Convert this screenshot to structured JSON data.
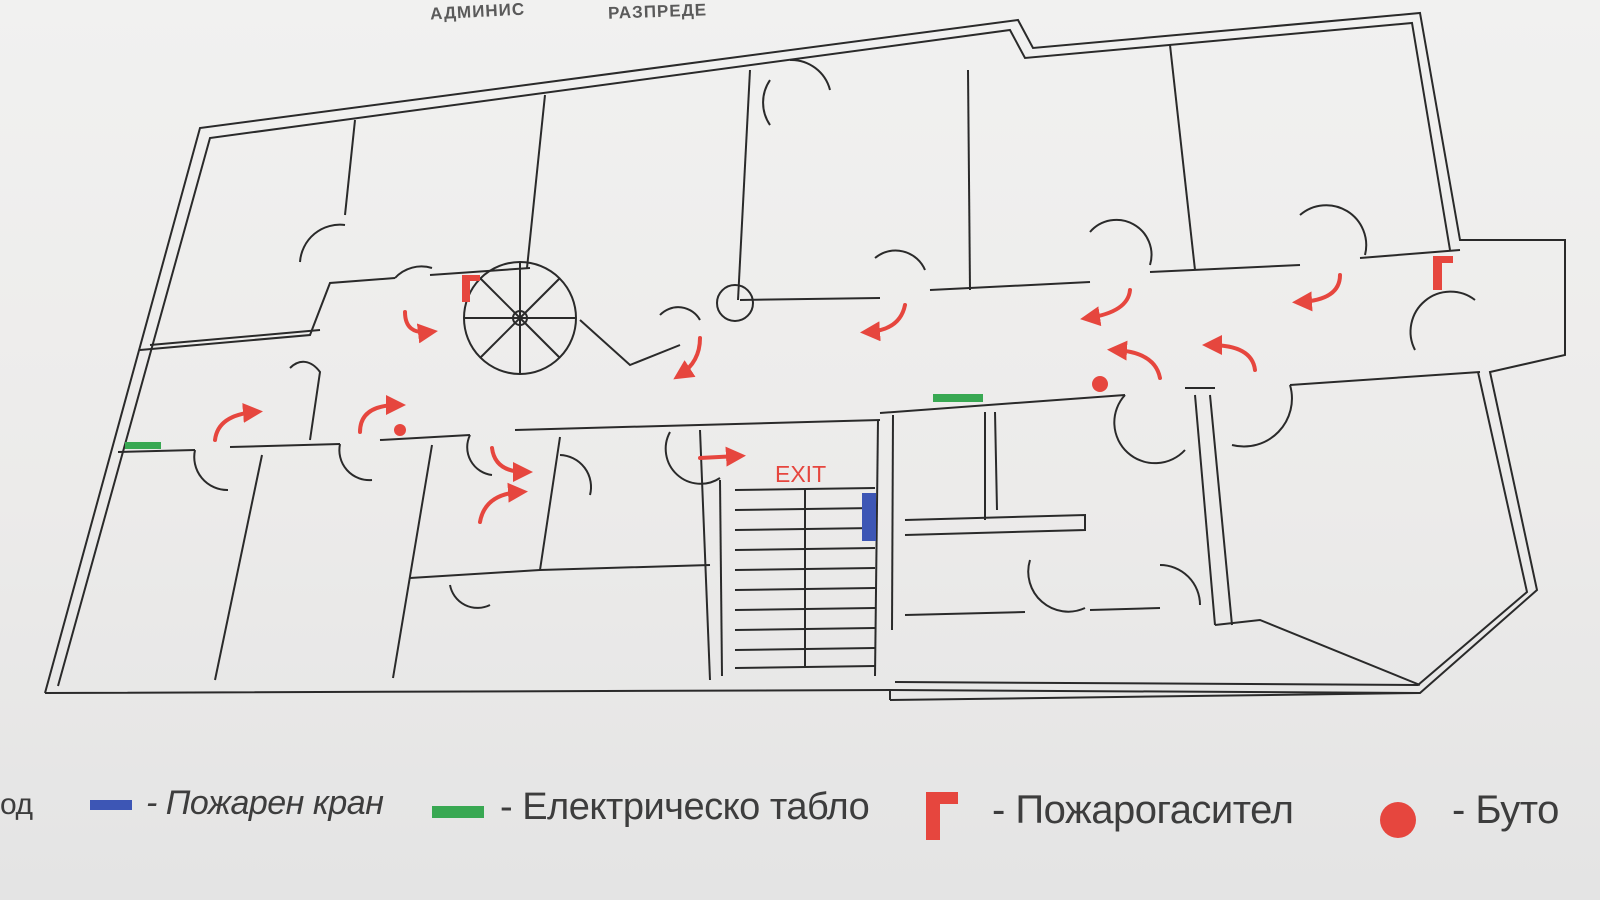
{
  "header": {
    "title_fragment_1": "АДМИНИС",
    "title_fragment_2": "РАЗПРЕДЕ"
  },
  "plan": {
    "exit_label": "EXIT"
  },
  "legend": {
    "items": [
      {
        "symbol": "truncated-left",
        "label": "од"
      },
      {
        "symbol": "fire-hydrant",
        "label": "- Пожарен кран",
        "color": "#3d56b5"
      },
      {
        "symbol": "electrical-panel",
        "label": "- Електрическо табло",
        "color": "#38a852"
      },
      {
        "symbol": "fire-extinguisher",
        "label": "- Пожарогасител",
        "color": "#e6463e"
      },
      {
        "symbol": "alarm-button",
        "label": "- Буто",
        "color": "#e6463e"
      }
    ]
  },
  "colors": {
    "wall": "#2a2a2a",
    "evacuation_arrow": "#e6463e",
    "fire_hydrant": "#3d56b5",
    "electrical_panel": "#38a852",
    "fire_extinguisher": "#e6463e",
    "alarm_button": "#e6463e"
  }
}
